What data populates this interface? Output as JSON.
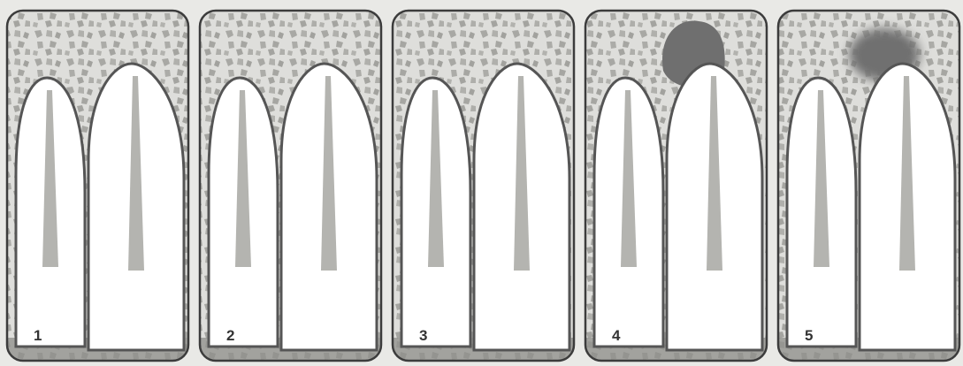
{
  "figure": {
    "panels": [
      {
        "number": "1",
        "lesion": "none"
      },
      {
        "number": "2",
        "lesion": "none"
      },
      {
        "number": "3",
        "lesion": "none"
      },
      {
        "number": "4",
        "lesion": "round-dark"
      },
      {
        "number": "5",
        "lesion": "diffuse-dark"
      }
    ],
    "colors": {
      "background": "#e9e9e6",
      "panel_fill": "#e2e2df",
      "panel_border": "#3c3c3c",
      "tooth_fill": "#ffffff",
      "tooth_outline": "#555555",
      "pulp": "#b4b4b0",
      "bone_speckle": "#a8a8a4",
      "lesion": "#6f6f6f",
      "base": "#8e8e8a",
      "number": "#333333"
    }
  }
}
